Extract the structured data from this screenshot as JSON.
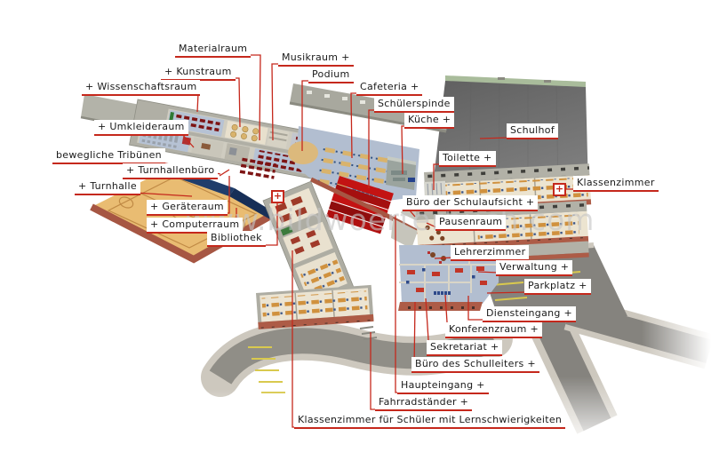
{
  "watermark": "www.bildwoerterbuch.com",
  "plus_markers": {
    "bibliothek": "+",
    "klassenzimmer": "+"
  },
  "colors": {
    "label_line_red": "#c5281c",
    "label_text": "#1a1a1a",
    "label_bg": "#ffffff",
    "watermark_gray": "#c6c6c6",
    "gym_court_tan": "#e9bc72",
    "brick_red": "#a65643",
    "auditorium_red": "#c31313",
    "floor_blue_gray": "#b2bed0",
    "classroom_cream": "#ece4d0",
    "schoolyard_gray": "#6b6b6b",
    "road_gray": "#8f8d87",
    "bleachers_blue": "#203d6b",
    "parking_dash_yellow": "#d9c94e",
    "hedge_green": "#a9bc9b"
  },
  "labels": {
    "materialraum": "Materialraum",
    "kunstraum": "+ Kunstraum",
    "wissenschaftsraum": "+ Wissenschaftsraum",
    "musikraum": "Musikraum +",
    "podium": "Podium",
    "cafeteria": "Cafeteria +",
    "schuelerspinde": "Schülerspinde",
    "kueche": "Küche +",
    "schulhof": "Schulhof",
    "toilette": "Toilette +",
    "klassenzimmer": "Klassenzimmer",
    "umkleideraum": "+ Umkleideraum",
    "bewegliche_tribuenen": "bewegliche Tribünen",
    "turnhallenbuero": "+ Turnhallenbüro",
    "turnhalle": "+ Turnhalle",
    "geraeteraum": "+ Geräteraum",
    "computerraum": "+ Computerraum",
    "bibliothek": "Bibliothek",
    "buero_der_schulaufsicht": "Büro der Schulaufsicht +",
    "pausenraum": "Pausenraum",
    "lehrerzimmer": "Lehrerzimmer",
    "verwaltung": "Verwaltung +",
    "parkplatz": "Parkplatz +",
    "diensteingang": "Diensteingang +",
    "konferenzraum": "Konferenzraum +",
    "sekretariat": "Sekretariat +",
    "buero_des_schulleiters": "Büro des Schulleiters +",
    "haupteingang": "Haupteingang +",
    "fahrradstaender": "Fahrradständer +",
    "klassenzimmer_lernschwierigkeiten": "Klassenzimmer für Schüler mit Lernschwierigkeiten"
  }
}
